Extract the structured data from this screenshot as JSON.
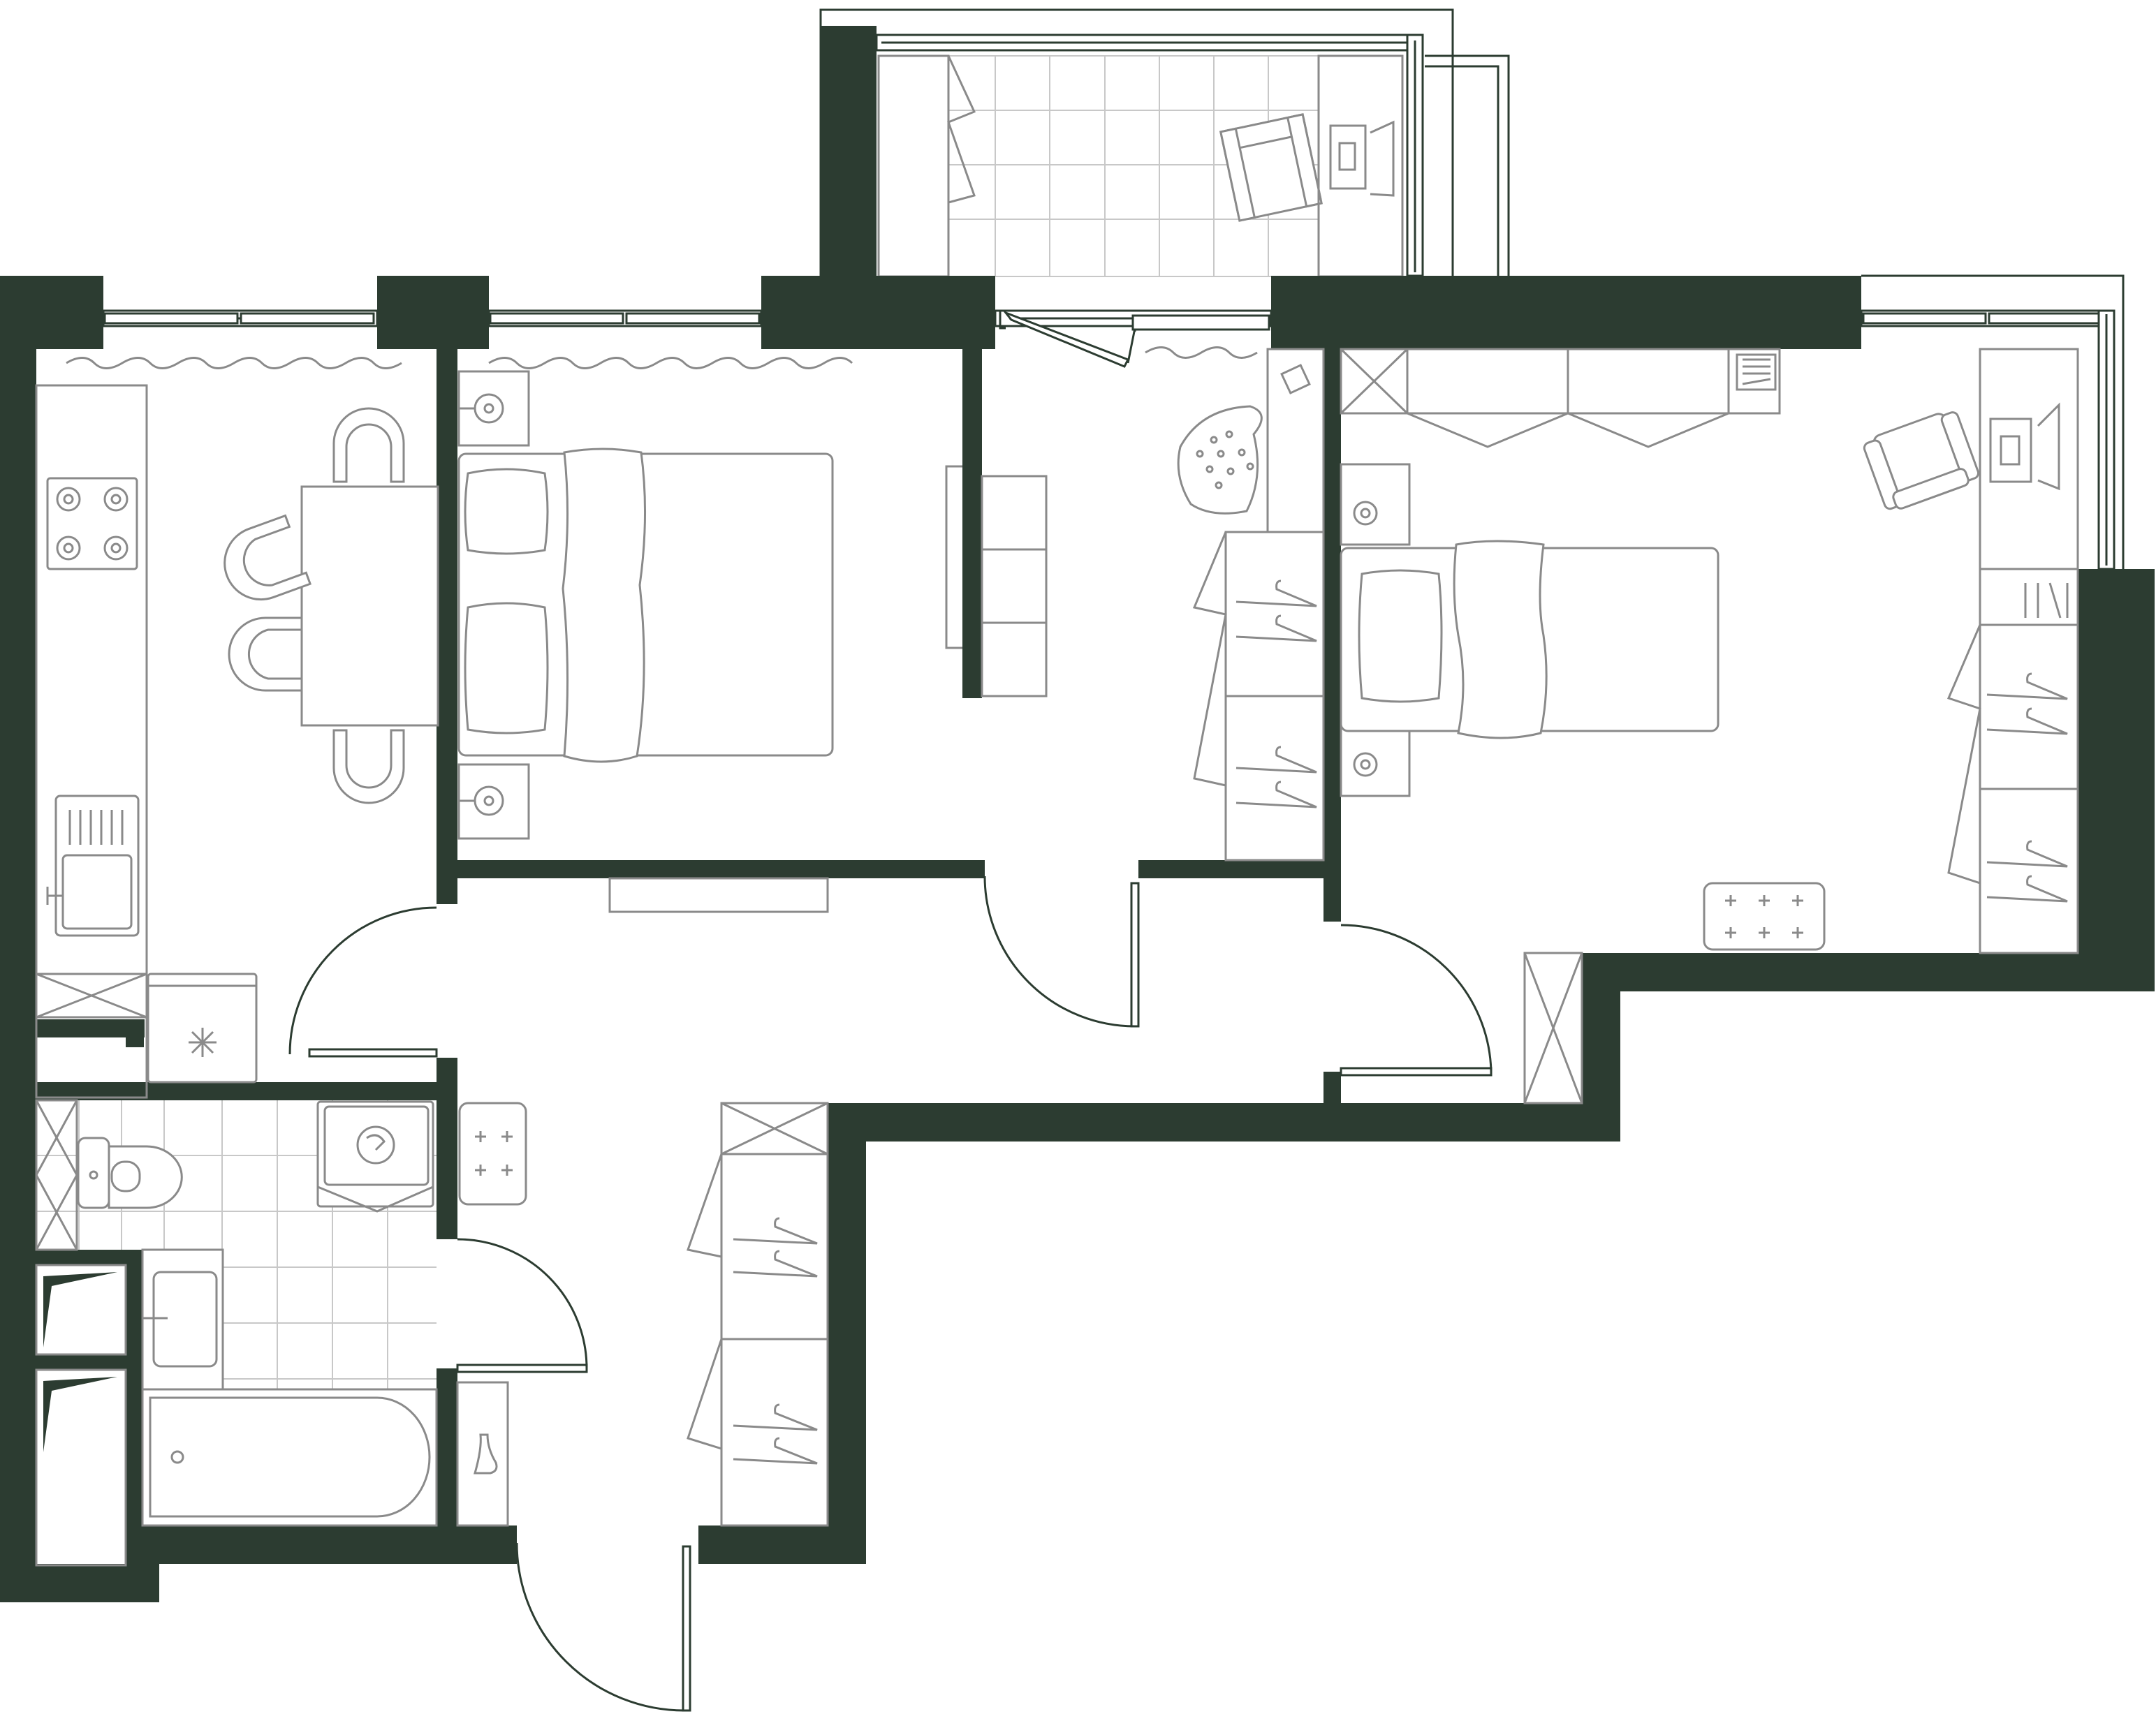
{
  "colors": {
    "wall": "#2c3c31",
    "line": "#8a8a8a",
    "tile": "#c8c8c8",
    "background": "#ffffff"
  },
  "plan": {
    "type": "apartment floor plan",
    "rooms": [
      "kitchen",
      "bedroom",
      "hallway",
      "bathroom",
      "bedroom-2",
      "balcony"
    ]
  }
}
